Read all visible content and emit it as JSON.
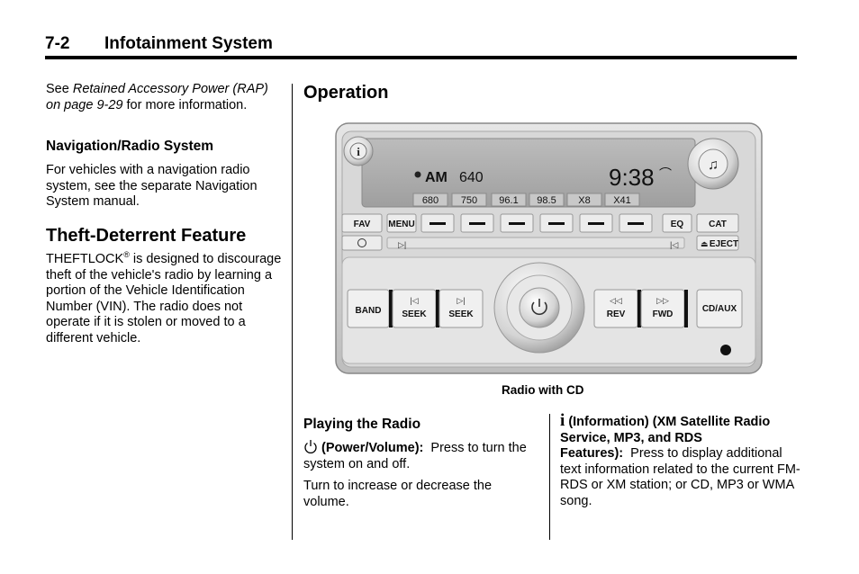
{
  "header": {
    "page_number": "7-2",
    "section_title": "Infotainment System"
  },
  "left_column": {
    "intro": {
      "see": "See ",
      "ref": "Retained Accessory Power (RAP) on page 9-29",
      "tail": " for more information."
    },
    "nav_heading": "Navigation/Radio System",
    "nav_text": "For vehicles with a navigation radio system, see the separate Navigation System manual.",
    "theft_heading": "Theft-Deterrent Feature",
    "theft_brand": "THEFTLOCK",
    "theft_reg": "®",
    "theft_text": " is designed to discourage theft of the vehicle's radio by learning a portion of the Vehicle Identification Number (VIN). The radio does not operate if it is stolen or moved to a different vehicle."
  },
  "operation_heading": "Operation",
  "radio": {
    "band": "AM",
    "frequency": "640",
    "clock": "9:38",
    "presets": [
      "680",
      "750",
      "96.1",
      "98.5",
      "X8",
      "X41"
    ],
    "buttons": {
      "fav": "FAV",
      "menu": "MENU",
      "eq": "EQ",
      "cat": "CAT",
      "eject": "EJECT",
      "band": "BAND",
      "seek_back": "SEEK",
      "seek_fwd": "SEEK",
      "rev": "REV",
      "fwd": "FWD",
      "cd_aux": "CD/AUX"
    },
    "caption": "Radio with CD"
  },
  "playing": {
    "heading": "Playing the Radio",
    "power_label": "(Power/Volume):",
    "power_text": "Press to turn the system on and off.",
    "turn_text": "Turn to increase or decrease the volume."
  },
  "info": {
    "label": "(Information) (XM Satellite Radio Service, MP3, and RDS Features):",
    "text": "Press to display additional text information related to the current FM-RDS or XM station; or CD, MP3 or WMA song."
  }
}
